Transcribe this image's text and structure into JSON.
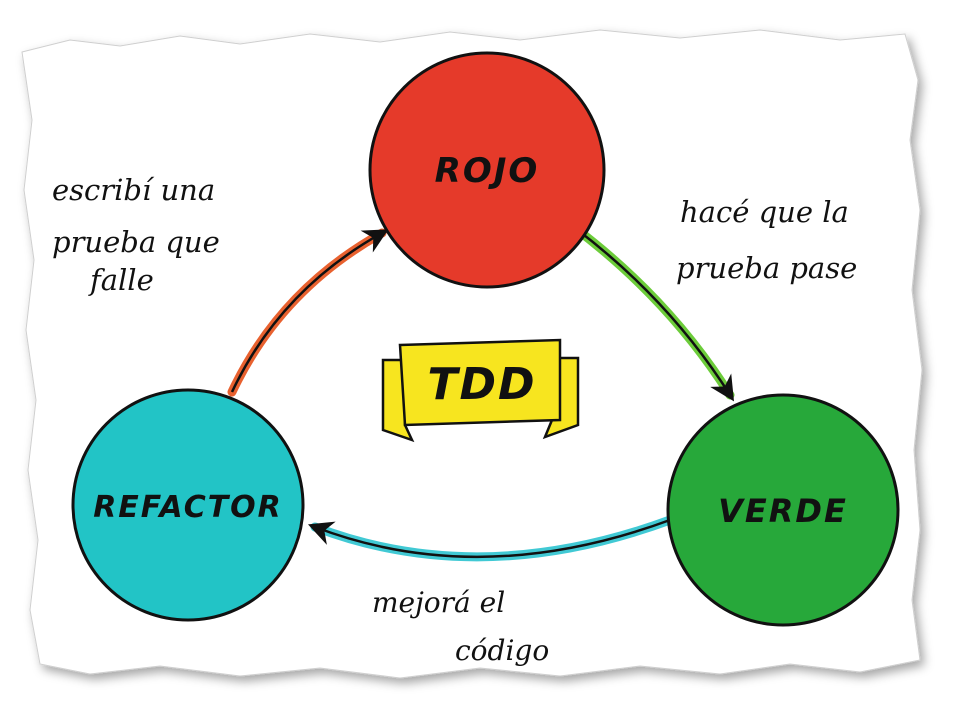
{
  "diagram": {
    "center_title": "TDD",
    "nodes": {
      "red": {
        "label": "ROJO",
        "color": "#e53a2a"
      },
      "green": {
        "label": "VERDE",
        "color": "#27a83a"
      },
      "refactor": {
        "label": "REFACTOR",
        "color": "#22c4c6"
      }
    },
    "notes": {
      "red_line1": "escribí una",
      "red_line2": "prueba que",
      "red_line3": "falle",
      "green_line1": "hacé que la",
      "green_line2": "prueba pase",
      "refactor_line1": "mejorá el",
      "refactor_line2": "código"
    },
    "colors": {
      "banner": "#f7e51f",
      "arrow_red_to_green": "#6ccc3a",
      "arrow_green_to_refactor": "#41c9d4",
      "arrow_refactor_to_red": "#e8612f",
      "paper": "#ffffff",
      "ink": "#111111"
    }
  }
}
